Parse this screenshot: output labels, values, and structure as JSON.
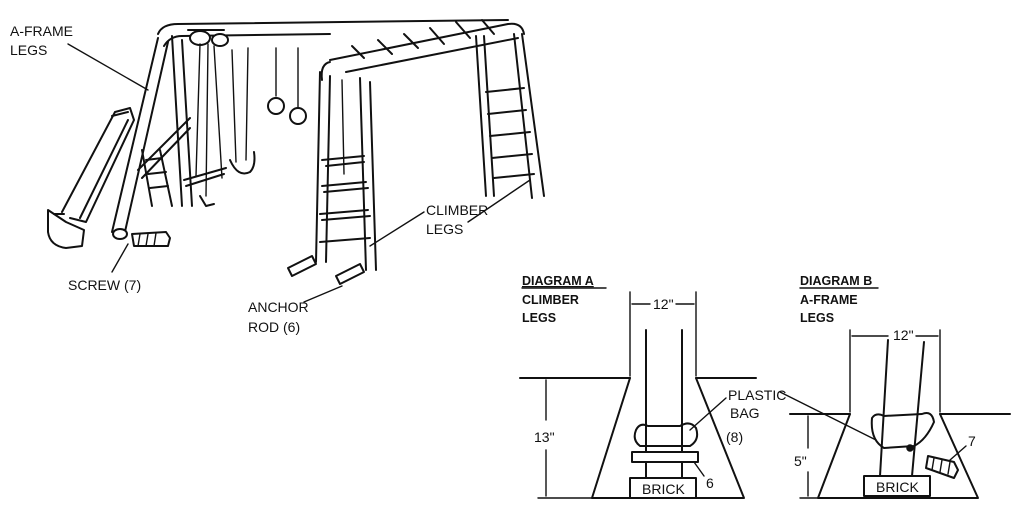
{
  "main_drawing": {
    "labels": {
      "a_frame_line1": "A-FRAME",
      "a_frame_line2": "LEGS",
      "screw": "SCREW (7)",
      "anchor_rod_line1": "ANCHOR",
      "anchor_rod_line2": "ROD (6)",
      "climber_legs_line1": "CLIMBER",
      "climber_legs_line2": "LEGS"
    }
  },
  "diagram_a": {
    "title": "DIAGRAM A",
    "subtitle_line1": "CLIMBER",
    "subtitle_line2": "LEGS",
    "width_dim": "12\"",
    "depth_dim": "13\"",
    "bag_line1": "PLASTIC",
    "bag_line2": "BAG",
    "bag_num": "(8)",
    "brick": "BRICK",
    "rod_num": "6"
  },
  "diagram_b": {
    "title": "DIAGRAM B",
    "subtitle_line1": "A-FRAME",
    "subtitle_line2": "LEGS",
    "width_dim": "12\"",
    "depth_dim": "5\"",
    "brick": "BRICK",
    "screw_num": "7"
  }
}
